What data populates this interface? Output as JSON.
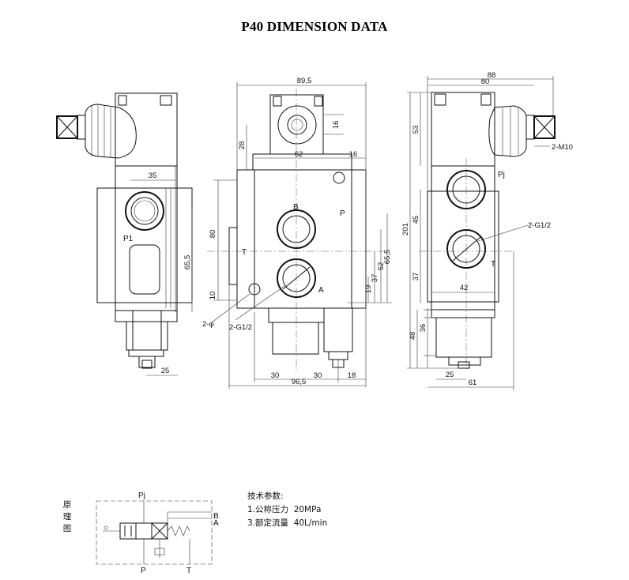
{
  "title": "P40 DIMENSION DATA",
  "left_view": {
    "dims": {
      "d35": "35",
      "d65": "65,5",
      "d25": "25"
    },
    "ports": {
      "p1": "P1"
    }
  },
  "front_view": {
    "dims": {
      "d895": "89,5",
      "d16a": "16",
      "d28": "28",
      "d62": "62",
      "d16b": "16",
      "d80": "80",
      "d10": "10",
      "d655": "65,5",
      "d52": "52",
      "d37": "37",
      "d19": "19",
      "d30a": "30",
      "d30b": "30",
      "d18": "18",
      "d965": "96,5"
    },
    "ports": {
      "b": "B",
      "p": "P",
      "t": "T",
      "a": "A"
    },
    "callouts": {
      "holes": "2-φ",
      "thread": "2-G1/2"
    }
  },
  "right_view": {
    "dims": {
      "d88": "88",
      "d80": "80",
      "d53": "53",
      "d201": "201",
      "d45": "45",
      "d37": "37",
      "d42": "42",
      "d36": "36",
      "d48": "48",
      "d25": "25",
      "d61": "61"
    },
    "ports": {
      "pj": "Pj",
      "t": "T"
    },
    "callouts": {
      "m10": "2-M10",
      "g12": "2-G1/2"
    }
  },
  "schematic": {
    "side_label": [
      "原",
      "理",
      "图"
    ],
    "ports": {
      "pj": "Pj",
      "b": "B",
      "a": "A",
      "p": "P",
      "t": "T"
    }
  },
  "specs": {
    "heading": "技术参数:",
    "line1": "1.公称压力  20MPa",
    "line2": "3.额定流量  40L/min"
  }
}
